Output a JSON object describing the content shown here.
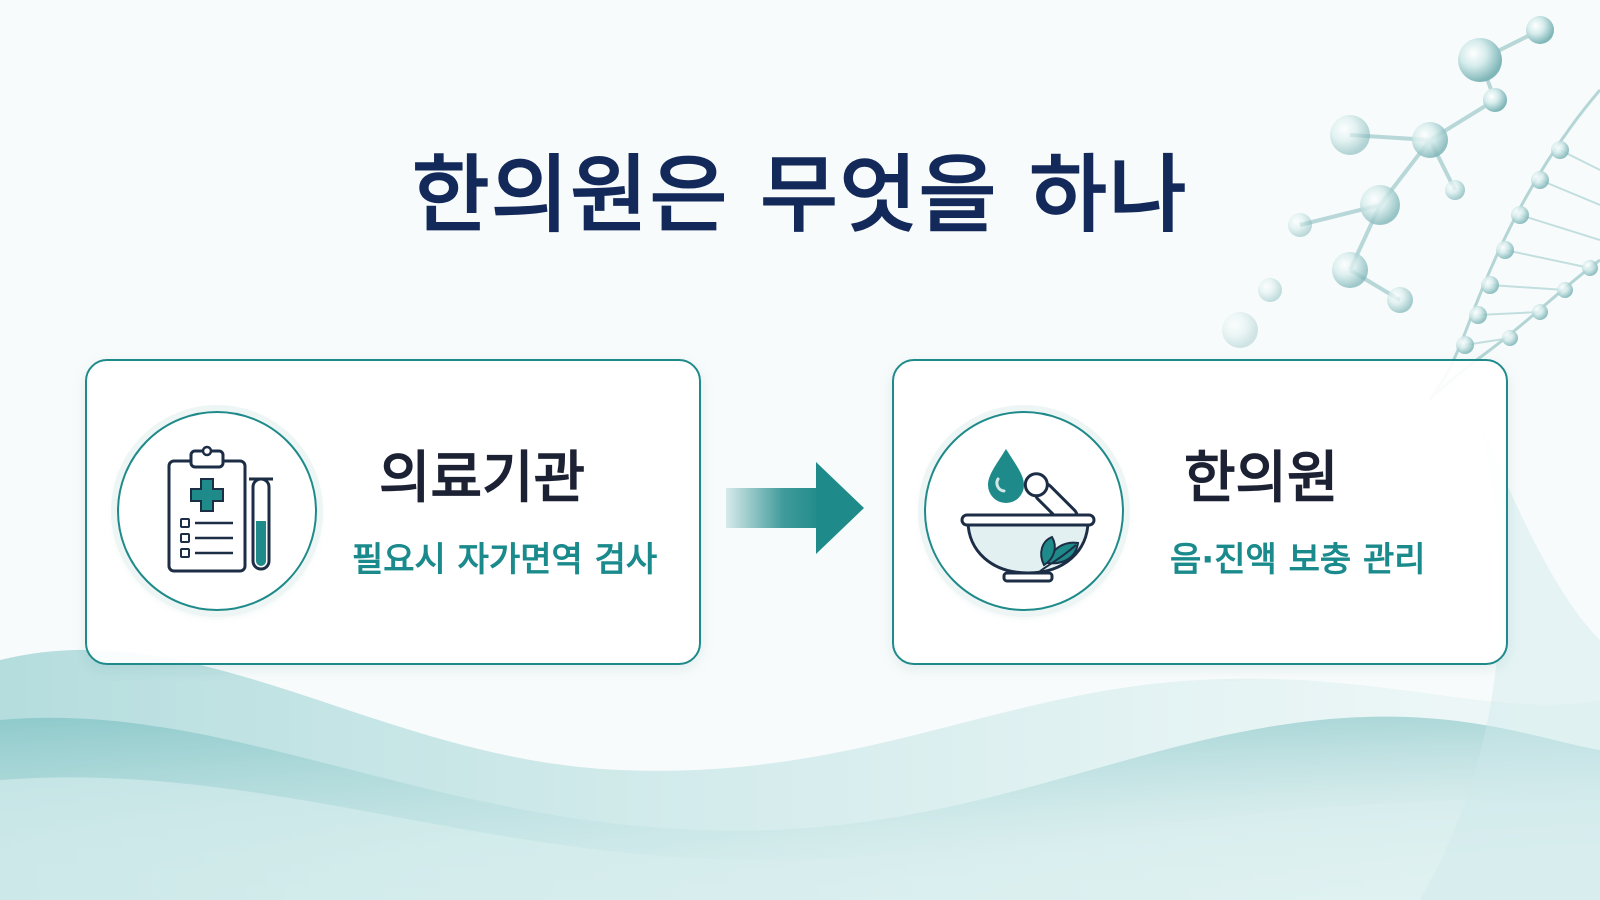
{
  "title": "한의원은 무엇을 하나",
  "cards": [
    {
      "heading": "의료기관",
      "subtitle": "필요시 자가면역 검사",
      "icon": "clipboard-test-tube-icon"
    },
    {
      "heading": "한의원",
      "subtitle": "음·진액 보충 관리",
      "icon": "mortar-pestle-herb-icon"
    }
  ],
  "flow_icon": "arrow-right-icon",
  "decorations": [
    "dna-helix-molecule",
    "teal-wave"
  ],
  "colors": {
    "title": "#13295a",
    "accent": "#1f8a8a",
    "heading": "#1c2233",
    "subtitle": "#1a8a8c"
  }
}
